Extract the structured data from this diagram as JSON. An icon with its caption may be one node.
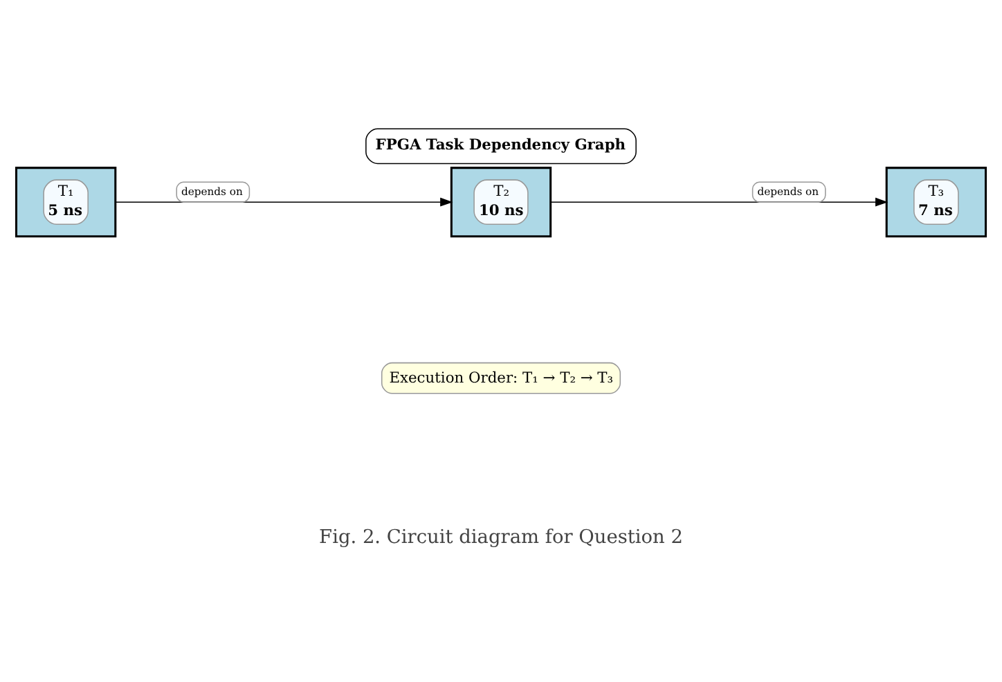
{
  "diagram": {
    "title": "FPGA Task Dependency Graph",
    "caption": "Fig. 2. Circuit diagram for Question 2",
    "nodes": [
      {
        "text": [
          "T₁",
          "5 ns"
        ]
      },
      {
        "text": [
          "T₂",
          "10 ns"
        ]
      },
      {
        "text": [
          "T₃",
          "7 ns"
        ]
      }
    ],
    "edges": [
      {
        "from": 0,
        "to": 1,
        "arrow": "to",
        "label": "depends on"
      },
      {
        "from": 1,
        "to": 2,
        "arrow": "to",
        "label": "depends on"
      }
    ],
    "labels": [
      "Execution Order: T₁ → T₂ → T₃"
    ]
  }
}
